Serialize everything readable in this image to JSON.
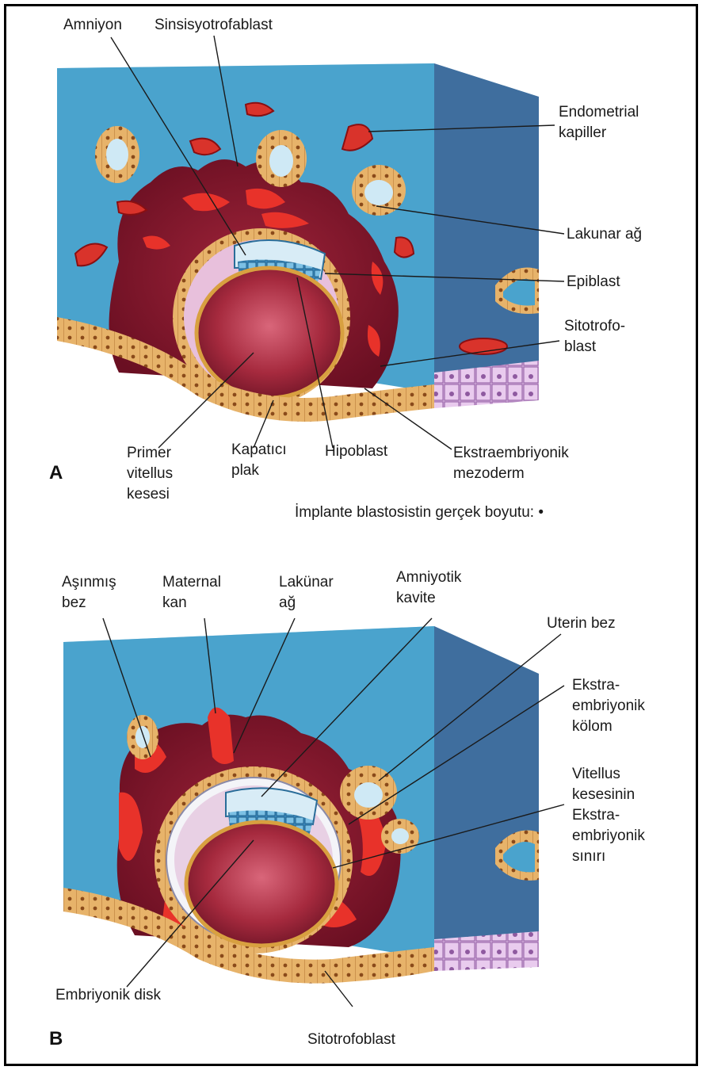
{
  "panel_a": {
    "letter": "A",
    "labels": {
      "amniyon": "Amniyon",
      "sinsisyotrofablast": "Sinsisyotrofablast",
      "endometrial_1": "Endometrial",
      "endometrial_2": "kapiller",
      "lakunar_ag": "Lakunar ağ",
      "epiblast": "Epiblast",
      "sitotrofo_1": "Sitotrofo-",
      "sitotrofo_2": "blast",
      "primer_1": "Primer",
      "primer_2": "vitellus",
      "primer_3": "kesesi",
      "kapatici_1": "Kapatıcı",
      "kapatici_2": "plak",
      "hipoblast": "Hipoblast",
      "ekstra_1": "Ekstraembriyonik",
      "ekstra_2": "mezoderm"
    },
    "size_note": "İmplante blastosistin gerçek boyutu:  •"
  },
  "panel_b": {
    "letter": "B",
    "labels": {
      "asinmis_1": "Aşınmış",
      "asinmis_2": "bez",
      "maternal_1": "Maternal",
      "maternal_2": "kan",
      "lakunar_1": "Lakünar",
      "lakunar_2": "ağ",
      "amniyotik_1": "Amniyotik",
      "amniyotik_2": "kavite",
      "uterin_bez": "Uterin bez",
      "ekstra_kolom_1": "Ekstra-",
      "ekstra_kolom_2": "embriyonik",
      "ekstra_kolom_3": "kölom",
      "vitellus_1": "Vitellus",
      "vitellus_2": "kesesinin",
      "vitellus_3": "Ekstra-",
      "vitellus_4": "embriyonik",
      "vitellus_5": "sınırı",
      "embriyonik_disk": "Embriyonik disk",
      "sitotrofoblast": "Sitotrofoblast"
    }
  }
}
